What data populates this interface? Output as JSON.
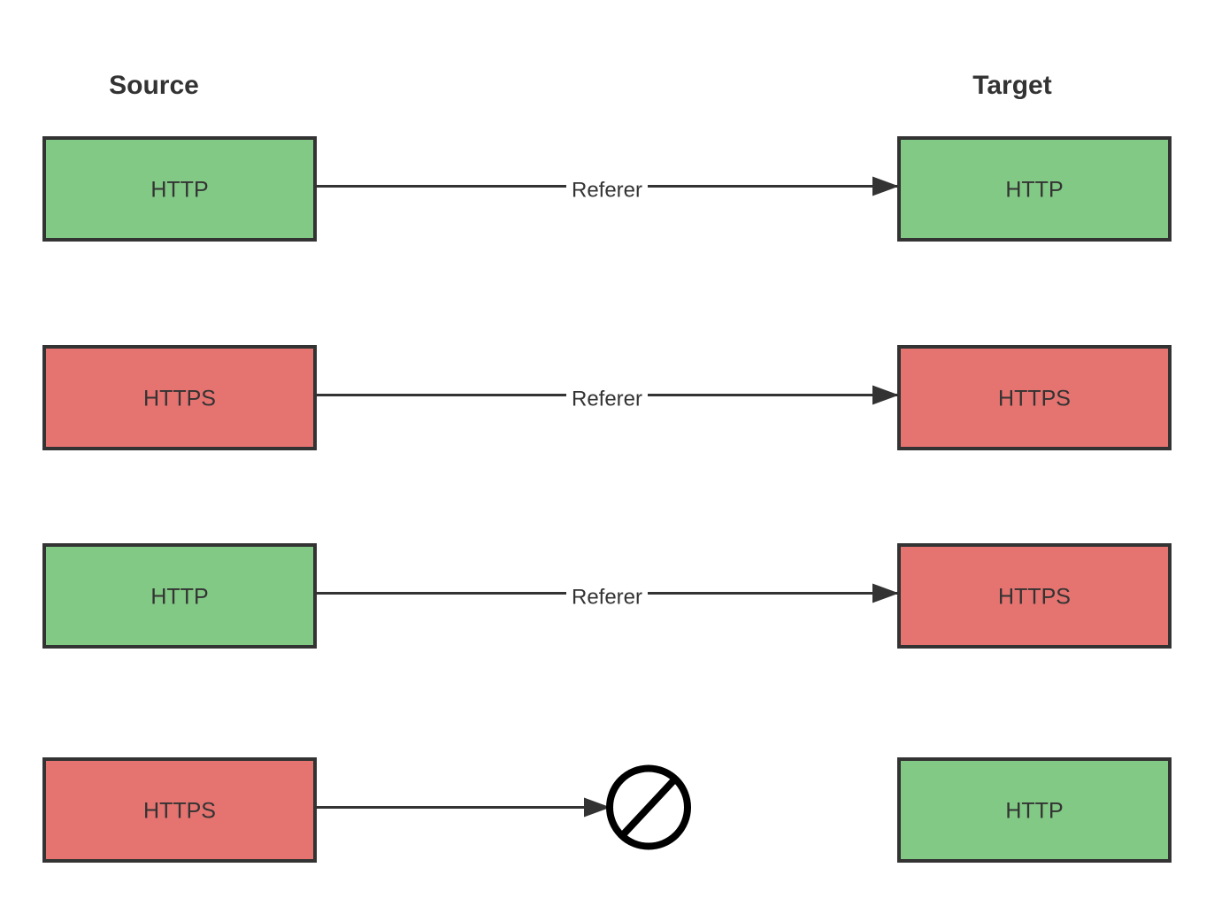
{
  "headers": {
    "source": "Source",
    "target": "Target"
  },
  "colors": {
    "http_fill": "#82c985",
    "https_fill": "#e57370",
    "stroke": "#333333"
  },
  "rows": [
    {
      "source": {
        "label": "HTTP",
        "kind": "http"
      },
      "target": {
        "label": "HTTP",
        "kind": "http"
      },
      "edge_label": "Referer",
      "blocked": false
    },
    {
      "source": {
        "label": "HTTPS",
        "kind": "https"
      },
      "target": {
        "label": "HTTPS",
        "kind": "https"
      },
      "edge_label": "Referer",
      "blocked": false
    },
    {
      "source": {
        "label": "HTTP",
        "kind": "http"
      },
      "target": {
        "label": "HTTPS",
        "kind": "https"
      },
      "edge_label": "Referer",
      "blocked": false
    },
    {
      "source": {
        "label": "HTTPS",
        "kind": "https"
      },
      "target": {
        "label": "HTTP",
        "kind": "http"
      },
      "edge_label": "",
      "blocked": true,
      "blocked_icon": "no-entry-icon"
    }
  ]
}
